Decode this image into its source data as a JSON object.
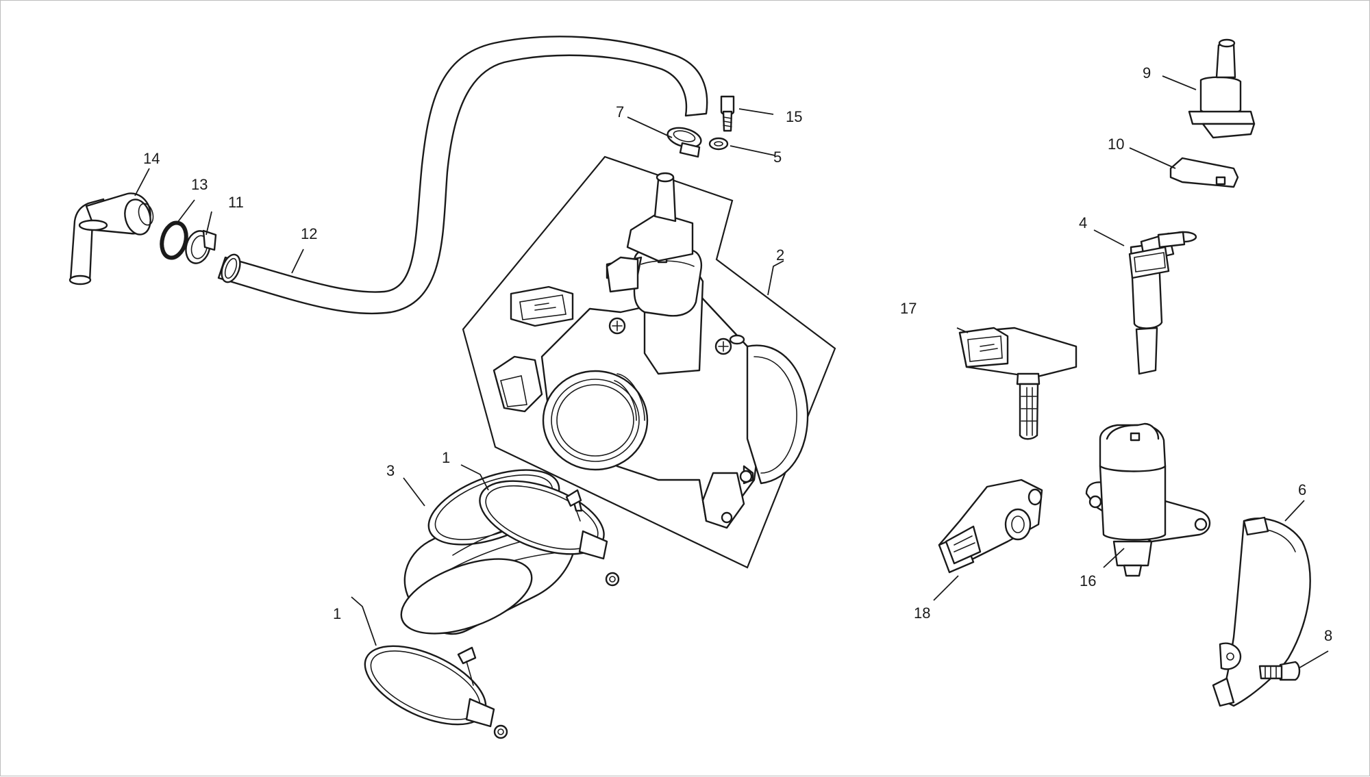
{
  "diagram": {
    "colors": {
      "line": "#1a1a1a",
      "background": "#ffffff"
    },
    "callouts": {
      "c1a": "1",
      "c1b": "1",
      "c2": "2",
      "c3": "3",
      "c4": "4",
      "c5": "5",
      "c6": "6",
      "c7": "7",
      "c8": "8",
      "c9": "9",
      "c10": "10",
      "c11": "11",
      "c12": "12",
      "c13": "13",
      "c14": "14",
      "c15": "15",
      "c16": "16",
      "c17": "17",
      "c18": "18"
    }
  }
}
